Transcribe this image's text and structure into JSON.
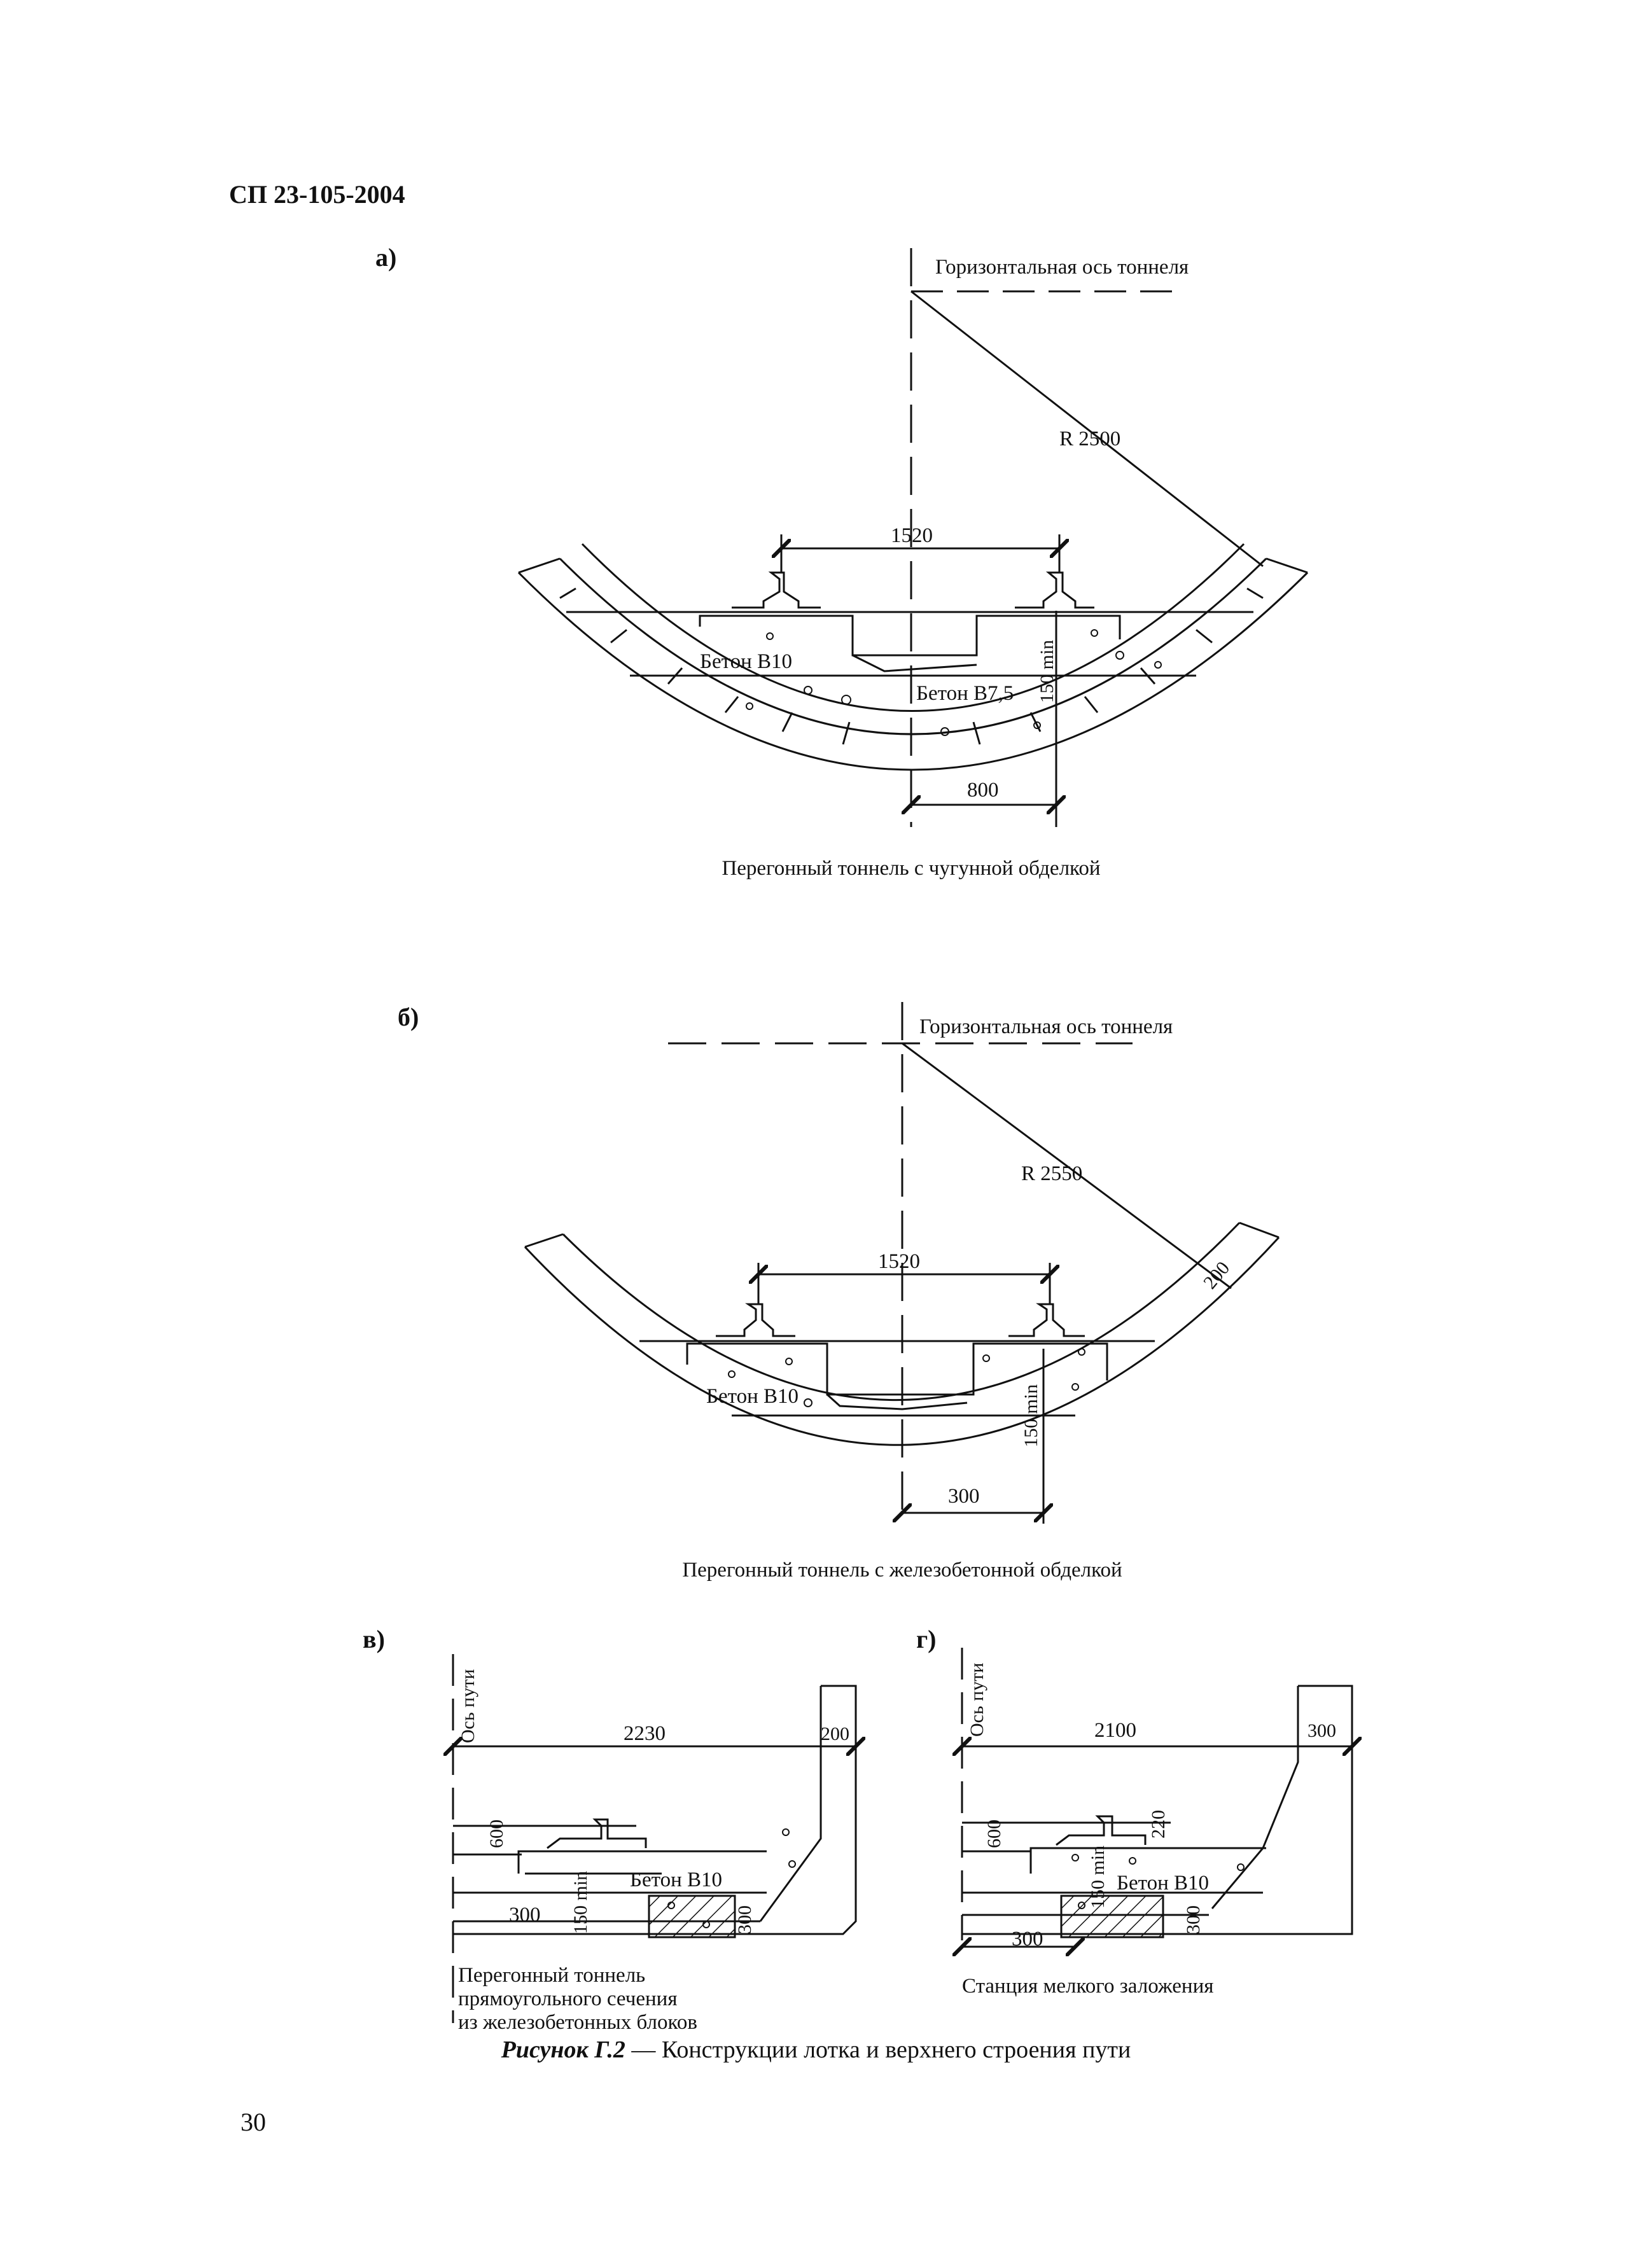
{
  "header": {
    "doc_code": "СП 23-105-2004"
  },
  "figure_a": {
    "label": "а)",
    "axis_label": "Горизонтальная ось тоннеля",
    "radius": "R 2500",
    "gauge": "1520",
    "concrete_upper": "Бетон В10",
    "concrete_lower": "Бетон В7,5",
    "min_depth": "150 min",
    "offset": "800",
    "caption": "Перегонный тоннель с чугунной обделкой"
  },
  "figure_b": {
    "label": "б)",
    "axis_label": "Горизонтальная ось тоннеля",
    "radius": "R 2550",
    "thickness": "200",
    "gauge": "1520",
    "concrete": "Бетон В10",
    "min_depth": "150 min",
    "offset": "300",
    "caption": "Перегонный тоннель с железобетонной обделкой"
  },
  "figure_v": {
    "label": "в)",
    "track_axis": "Ось пути",
    "width": "2230",
    "wall": "200",
    "height": "600",
    "min_depth": "150 min",
    "concrete": "Бетон В10",
    "offset": "300",
    "base": "300",
    "caption_lines": [
      "Перегонный тоннель",
      "прямоугольного сечения",
      "из железобетонных блоков"
    ]
  },
  "figure_g": {
    "label": "г)",
    "track_axis": "Ось пути",
    "width": "2100",
    "wall": "300",
    "height": "600",
    "rail_height": "220",
    "min_depth": "150 min",
    "concrete": "Бетон В10",
    "offset": "300",
    "base": "300",
    "caption": "Станция мелкого заложения"
  },
  "figure_caption": {
    "label": "Рисунок Г.2",
    "text": " — Конструкции лотка и верхнего строения пути"
  },
  "page_number": "30"
}
